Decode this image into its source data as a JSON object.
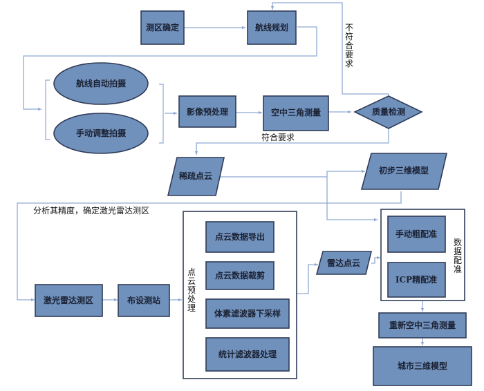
{
  "diagram": {
    "type": "flowchart",
    "colors": {
      "node_fill": "#7191bd",
      "node_border": "#2f3b57",
      "connector": "#8fa9d2",
      "text": "#1b2233"
    },
    "nodes": {
      "survey_area": "测区确定",
      "route_planning": "航线规划",
      "auto_capture": "航线自动拍摄",
      "manual_capture": "手动调整拍摄",
      "image_preprocess": "影像预处理",
      "aerial_triangulation": "空中三角测量",
      "quality_check": "质量检测",
      "sparse_cloud": "稀疏点云",
      "initial_3d_model": "初步三维模型",
      "lidar_area": "激光雷达测区",
      "station_setup": "布设测站",
      "export_cloud": "点云数据导出",
      "crop_cloud": "点云数据裁剪",
      "voxel_filter": "体素滤波器下采样",
      "statistical_filter": "统计滤波器处理",
      "lidar_cloud": "雷达点云",
      "manual_coarse_reg": "手动粗配准",
      "icp_fine_reg": "ICP精配准",
      "re_triangulation": "重新空中三角测量",
      "city_3d_model": "城市三维模型"
    },
    "groups": {
      "preprocess": [
        "点",
        "云",
        "预",
        "处",
        "理"
      ],
      "registration": [
        "数",
        "据",
        "配",
        "准"
      ]
    },
    "edge_labels": {
      "not_meet": [
        "不",
        "符",
        "合",
        "要",
        "求"
      ],
      "meet": "符合要求",
      "analyze": "分析其精度，确定激光雷达测区"
    }
  }
}
